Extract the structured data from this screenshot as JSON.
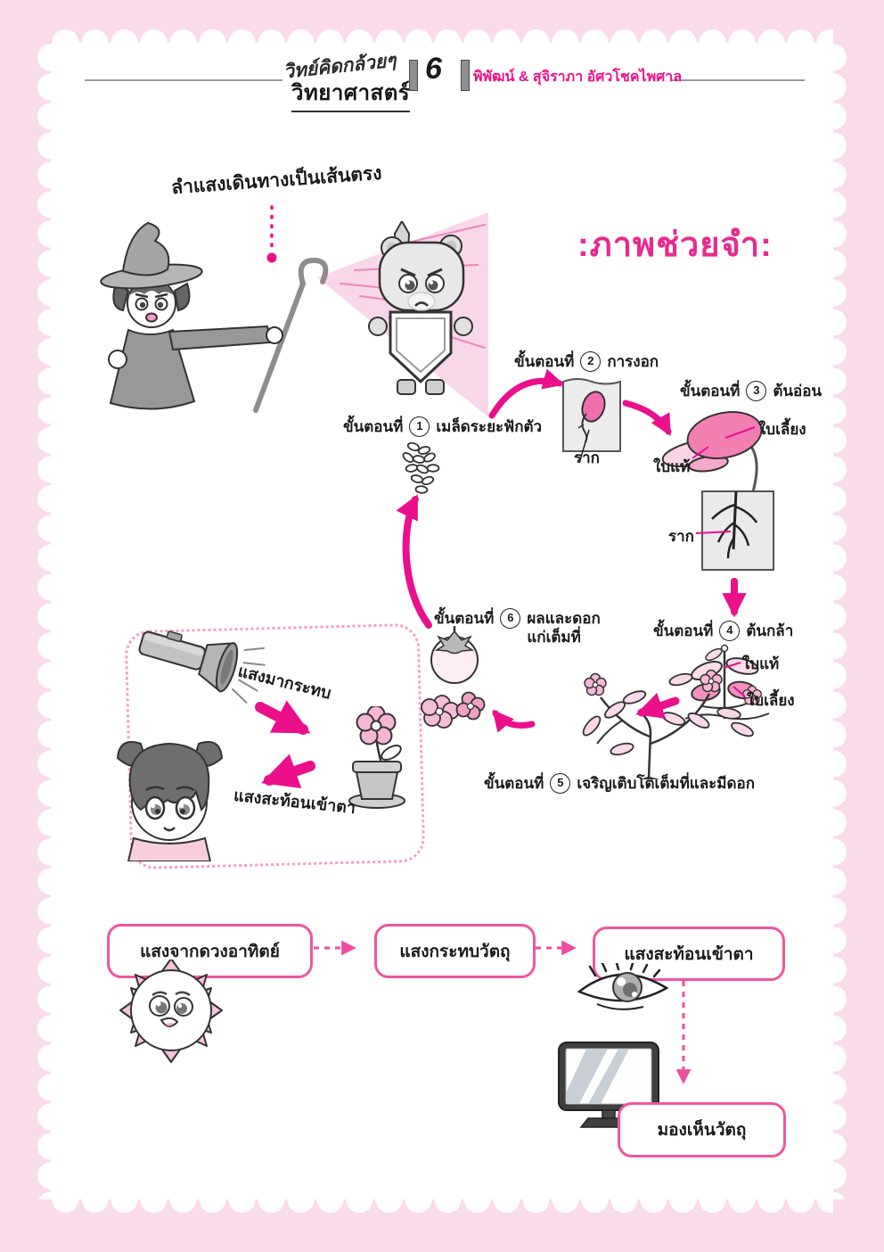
{
  "colors": {
    "accent": "#eb0f8c",
    "page_background": "#fadbe9",
    "flow_box_border": "#f0559f",
    "beam_fill": "#f8d7e9"
  },
  "header": {
    "series_script": "วิทย์คิดกล้วยๆ",
    "series_title": "วิทยาศาสตร์",
    "page_number": "6",
    "authors": "พิพัฒน์ & สุจิราภา อัศวโชคไพศาล"
  },
  "top_scene": {
    "beam_label": "ลำแสงเดินทางเป็นเส้นตรง"
  },
  "memory_title": ":ภาพช่วยจำ:",
  "cycle": {
    "step_prefix": "ขั้นตอนที่",
    "steps": [
      {
        "num": "1",
        "title": "เมล็ดระยะฟักตัว"
      },
      {
        "num": "2",
        "title": "การงอก",
        "root_label": "ราก"
      },
      {
        "num": "3",
        "title": "ต้นอ่อน",
        "cotyledon_label": "ใบเลี้ยง",
        "true_leaf_label": "ใบแท้",
        "root_label": "ราก"
      },
      {
        "num": "4",
        "title": "ต้นกล้า",
        "true_leaf_label": "ใบแท้",
        "cotyledon_label": "ใบเลี้ยง"
      },
      {
        "num": "5",
        "title": "เจริญเติบโตเต็มที่และมีดอก"
      },
      {
        "num": "6",
        "title": "ผลและดอก",
        "title_line2": "แก่เต็มที่"
      }
    ]
  },
  "reflection_demo": {
    "incoming_label": "แสงมากระทบ",
    "reflected_label": "แสงสะท้อนเข้าตา"
  },
  "flow": {
    "sunlight": "แสงจากดวงอาทิตย์",
    "hits_object": "แสงกระทบวัตถุ",
    "reflect_eye": "แสงสะท้อนเข้าตา",
    "see_object": "มองเห็นวัตถุ"
  }
}
